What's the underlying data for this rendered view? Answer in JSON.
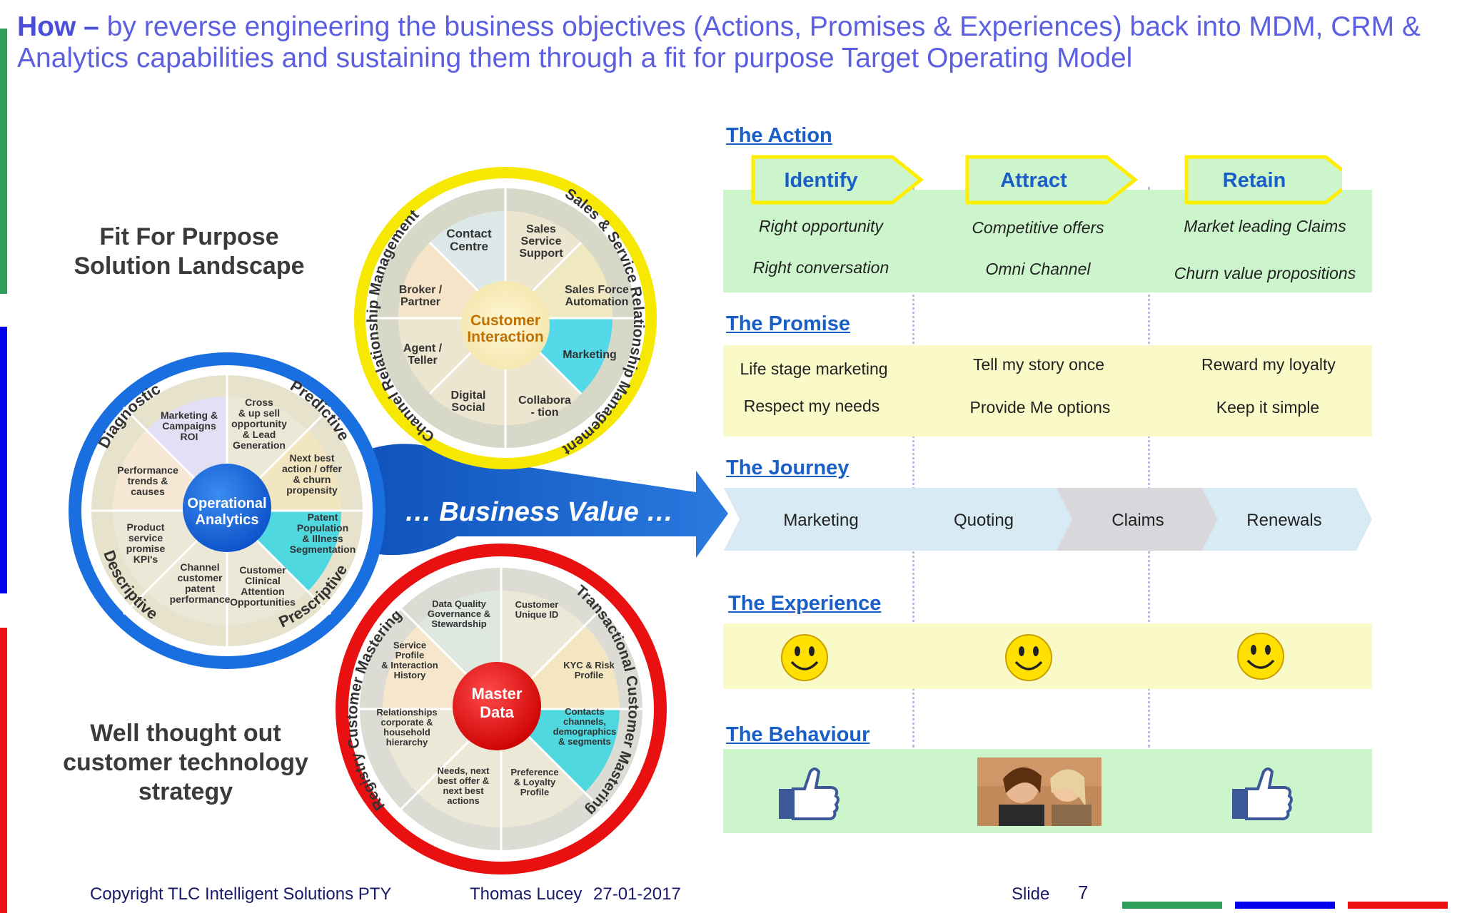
{
  "title": {
    "bold": "How –",
    "rest": " by reverse engineering the business objectives (Actions, Promises & Experiences) back into MDM, CRM & Analytics capabilities and sustaining them through a fit for purpose Target Operating Model"
  },
  "left_labels": {
    "top_line1": "Fit For Purpose",
    "top_line2": "Solution Landscape",
    "bottom_line1": "Well thought out",
    "bottom_line2": "customer technology",
    "bottom_line3": "strategy"
  },
  "wheels": {
    "crm": {
      "center_line1": "Customer",
      "center_line2": "Interaction",
      "ring_top": "Sales & Service Relationship Management",
      "ring_left": "Channel Relationship Management",
      "segments": {
        "contact": [
          "Contact",
          "Centre"
        ],
        "sales": [
          "Sales",
          "Service",
          "Support"
        ],
        "broker": [
          "Broker /",
          "Partner"
        ],
        "sfa": [
          "Sales Force",
          "Automation"
        ],
        "agent": [
          "Agent /",
          "Teller"
        ],
        "marketing": [
          "Marketing"
        ],
        "digital": [
          "Digital",
          "Social"
        ],
        "collab": [
          "Collabora",
          "- tion"
        ]
      }
    },
    "analytics": {
      "center_line1": "Operational",
      "center_line2": "Analytics",
      "ring_diagnostic": "Diagnostic",
      "ring_predictive": "Predictive",
      "ring_prescriptive": "Prescriptive",
      "ring_descriptive": "Descriptive",
      "segments": {
        "campaigns": [
          "Marketing &",
          "Campaigns",
          "ROI"
        ],
        "crosssell": [
          "Cross",
          "& up sell",
          "opportunity",
          "& Lead",
          "Generation"
        ],
        "performance": [
          "Performance",
          "trends &",
          "causes"
        ],
        "nextbest": [
          "Next best",
          "action / offer",
          "& churn",
          "propensity"
        ],
        "product": [
          "Product",
          "service",
          "promise",
          "KPI's"
        ],
        "patent": [
          "Patent",
          "Population",
          "& Illness",
          "Segmentation"
        ],
        "channel": [
          "Channel",
          "customer",
          "patent",
          "performance"
        ],
        "clinical": [
          "Customer",
          "Clinical",
          "Attention",
          "Opportunities"
        ]
      }
    },
    "mdm": {
      "center_line1": "Master",
      "center_line2": "Data",
      "ring_left": "Registry Customer Mastering",
      "ring_right": "Transactional Customer Mastering",
      "segments": {
        "dq": [
          "Data Quality",
          "Governance &",
          "Stewardship"
        ],
        "uid": [
          "Customer",
          "Unique ID"
        ],
        "profile": [
          "Service",
          "Profile",
          "& Interaction",
          "History"
        ],
        "kyc": [
          "KYC & Risk",
          "Profile"
        ],
        "relationships": [
          "Relationships",
          "corporate &",
          "household",
          "hierarchy"
        ],
        "contacts": [
          "Contacts",
          "channels,",
          "demographics",
          "& segments"
        ],
        "needs": [
          "Needs, next",
          "best offer &",
          "next best",
          "actions"
        ],
        "pref": [
          "Preference",
          "& Loyalty",
          "Profile"
        ]
      }
    }
  },
  "arrow_label": "… Business Value …",
  "sections": {
    "action": {
      "heading": "The Action",
      "tags": [
        "Identify",
        "Attract",
        "Retain"
      ],
      "row1": [
        "Right opportunity",
        "Competitive offers",
        "Market leading Claims"
      ],
      "row2": [
        "Right conversation",
        "Omni Channel",
        "Churn value propositions"
      ]
    },
    "promise": {
      "heading": "The Promise",
      "row1": [
        "Life stage marketing",
        "Tell my story once",
        "Reward my loyalty"
      ],
      "row2": [
        "Respect my needs",
        "Provide Me options",
        "Keep it simple"
      ]
    },
    "journey": {
      "heading": "The Journey",
      "steps": [
        "Marketing",
        "Quoting",
        "Claims",
        "Renewals"
      ]
    },
    "experience": {
      "heading": "The Experience",
      "icons": [
        "smiley-icon",
        "smiley-icon",
        "smiley-icon"
      ]
    },
    "behaviour": {
      "heading": "The Behaviour",
      "icons": [
        "thumbs-up-icon",
        "whispering-photo",
        "thumbs-up-icon"
      ]
    }
  },
  "footer": {
    "copyright": "Copyright TLC Intelligent Solutions PTY",
    "author": "Thomas Lucey",
    "date": "27-01-2017",
    "slide_label": "Slide",
    "slide_number": "7"
  },
  "colors": {
    "title": "#5b5fe0",
    "heading": "#1a5ec8",
    "green_band": "#ccf5cc",
    "yellow_band": "#fafac8",
    "tag_yellow": "#ffee00",
    "crm_ring": "#f6e800",
    "analytics_ring": "#1a6fe0",
    "mdm_ring": "#e81010",
    "arrow": "#1f5fc7"
  }
}
